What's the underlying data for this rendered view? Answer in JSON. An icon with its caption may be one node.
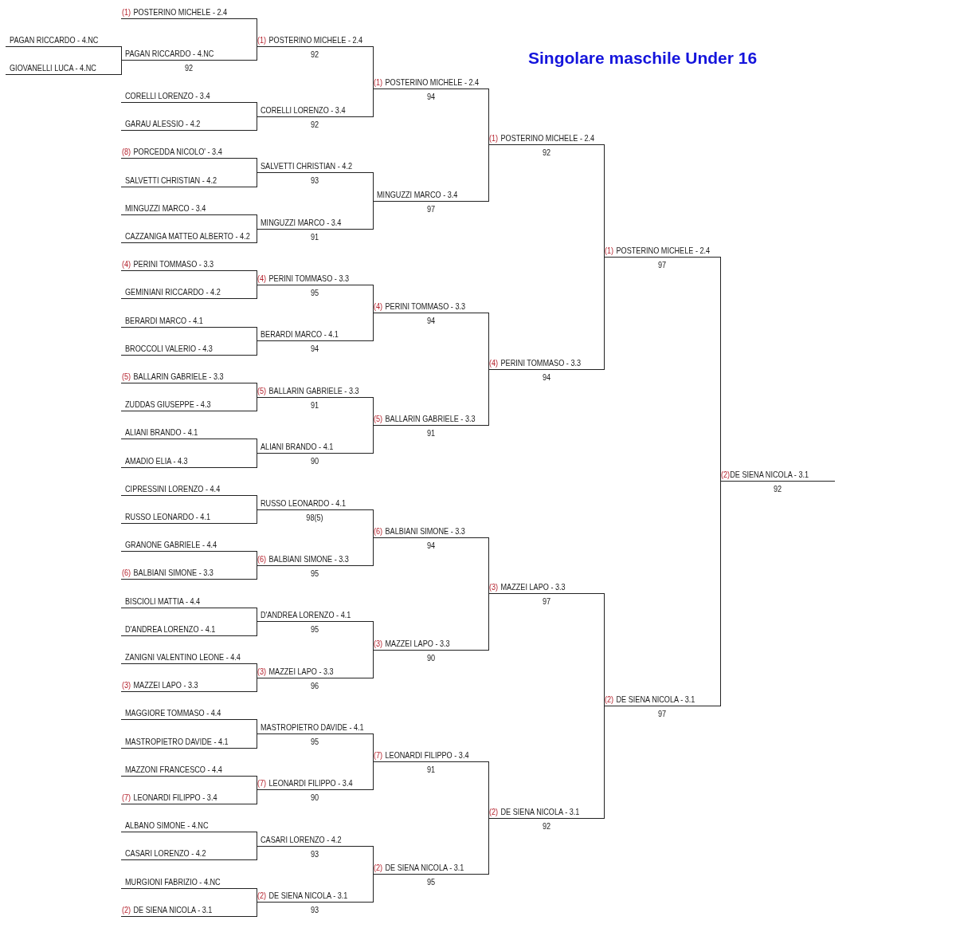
{
  "diagram": {
    "title": "Singolare maschile Under 16",
    "nodes": [
      {
        "text": [
          "PAGAN RICCARDO - 4.NC"
        ]
      },
      {
        "text": [
          "GIOVANELLI LUCA - 4.NC"
        ]
      },
      {
        "text": [
          "(1)",
          "POSTERINO MICHELE - 2.4"
        ]
      },
      {
        "text": [
          "PAGAN RICCARDO - 4.NC"
        ],
        "beside": [
          "92"
        ]
      },
      {
        "text": [
          "CORELLI LORENZO - 3.4"
        ]
      },
      {
        "text": [
          "GARAU ALESSIO - 4.2"
        ]
      },
      {
        "text": [
          "(8)",
          "PORCEDDA NICOLO' - 3.4"
        ]
      },
      {
        "text": [
          "SALVETTI CHRISTIAN - 4.2"
        ]
      },
      {
        "text": [
          "MINGUZZI MARCO - 3.4"
        ]
      },
      {
        "text": [
          "CAZZANIGA MATTEO ALBERTO - 4.2"
        ]
      },
      {
        "text": [
          "(4)",
          "PERINI TOMMASO - 3.3"
        ]
      },
      {
        "text": [
          "GEMINIANI RICCARDO - 4.2"
        ]
      },
      {
        "text": [
          "BERARDI MARCO - 4.1"
        ]
      },
      {
        "text": [
          "BROCCOLI VALERIO - 4.3"
        ]
      },
      {
        "text": [
          "(5)",
          "BALLARIN GABRIELE - 3.3"
        ]
      },
      {
        "text": [
          "ZUDDAS GIUSEPPE - 4.3"
        ]
      },
      {
        "text": [
          "ALIANI BRANDO - 4.1"
        ]
      },
      {
        "text": [
          "AMADIO ELIA - 4.3"
        ]
      },
      {
        "text": [
          "CIPRESSINI LORENZO - 4.4"
        ]
      },
      {
        "text": [
          "RUSSO LEONARDO - 4.1"
        ]
      },
      {
        "text": [
          "GRANONE GABRIELE - 4.4"
        ]
      },
      {
        "text": [
          "(6)",
          "BALBIANI SIMONE - 3.3"
        ]
      },
      {
        "text": [
          "BISCIOLI MATTIA - 4.4"
        ]
      },
      {
        "text": [
          "D'ANDREA LORENZO - 4.1"
        ]
      },
      {
        "text": [
          "ZANIGNI VALENTINO LEONE - 4.4"
        ]
      },
      {
        "text": [
          "(3)",
          "MAZZEI LAPO - 3.3"
        ]
      },
      {
        "text": [
          "MAGGIORE TOMMASO - 4.4"
        ]
      },
      {
        "text": [
          "MASTROPIETRO DAVIDE - 4.1"
        ]
      },
      {
        "text": [
          "MAZZONI FRANCESCO - 4.4"
        ]
      },
      {
        "text": [
          "(7)",
          "LEONARDI FILIPPO - 3.4"
        ]
      },
      {
        "text": [
          "ALBANO SIMONE - 4.NC"
        ]
      },
      {
        "text": [
          "CASARI LORENZO - 4.2"
        ]
      },
      {
        "text": [
          "MURGIONI FABRIZIO - 4.NC"
        ]
      },
      {
        "text": [
          "(2)",
          "DE SIENA NICOLA - 3.1"
        ]
      },
      {
        "text": [
          "(1)",
          "POSTERINO MICHELE - 2.4"
        ],
        "beside": [
          "92"
        ]
      },
      {
        "text": [
          "CORELLI LORENZO - 3.4"
        ],
        "beside": [
          "92"
        ]
      },
      {
        "text": [
          "SALVETTI CHRISTIAN - 4.2"
        ],
        "beside": [
          "93"
        ]
      },
      {
        "text": [
          "MINGUZZI MARCO - 3.4"
        ],
        "beside": [
          "91"
        ]
      },
      {
        "text": [
          "(4)",
          "PERINI TOMMASO - 3.3"
        ],
        "beside": [
          "95"
        ]
      },
      {
        "text": [
          "BERARDI MARCO - 4.1"
        ],
        "beside": [
          "94"
        ]
      },
      {
        "text": [
          "(5)",
          "BALLARIN GABRIELE - 3.3"
        ],
        "beside": [
          "91"
        ]
      },
      {
        "text": [
          "ALIANI BRANDO - 4.1"
        ],
        "beside": [
          "90"
        ]
      },
      {
        "text": [
          "RUSSO LEONARDO - 4.1"
        ],
        "beside": [
          "98(5)"
        ]
      },
      {
        "text": [
          "(6)",
          "BALBIANI SIMONE - 3.3"
        ],
        "beside": [
          "95"
        ]
      },
      {
        "text": [
          "D'ANDREA LORENZO - 4.1"
        ],
        "beside": [
          "95"
        ]
      },
      {
        "text": [
          "(3)",
          "MAZZEI LAPO - 3.3"
        ],
        "beside": [
          "96"
        ]
      },
      {
        "text": [
          "MASTROPIETRO DAVIDE - 4.1"
        ],
        "beside": [
          "95"
        ]
      },
      {
        "text": [
          "(7)",
          "LEONARDI FILIPPO - 3.4"
        ],
        "beside": [
          "90"
        ]
      },
      {
        "text": [
          "CASARI LORENZO - 4.2"
        ],
        "beside": [
          "93"
        ]
      },
      {
        "text": [
          "(2)",
          "DE SIENA NICOLA - 3.1"
        ],
        "beside": [
          "93"
        ]
      },
      {
        "text": [
          "(1)",
          "POSTERINO MICHELE - 2.4"
        ],
        "beside": [
          "94"
        ]
      },
      {
        "text": [
          "MINGUZZI MARCO - 3.4"
        ],
        "beside": [
          "97"
        ]
      },
      {
        "text": [
          "(4)",
          "PERINI TOMMASO - 3.3"
        ],
        "beside": [
          "94"
        ]
      },
      {
        "text": [
          "(5)",
          "BALLARIN GABRIELE - 3.3"
        ],
        "beside": [
          "91"
        ]
      },
      {
        "text": [
          "(6)",
          "BALBIANI SIMONE - 3.3"
        ],
        "beside": [
          "94"
        ]
      },
      {
        "text": [
          "(3)",
          "MAZZEI LAPO - 3.3"
        ],
        "beside": [
          "90"
        ]
      },
      {
        "text": [
          "(7)",
          "LEONARDI FILIPPO - 3.4"
        ],
        "beside": [
          "91"
        ]
      },
      {
        "text": [
          "(2)",
          "DE SIENA NICOLA - 3.1"
        ],
        "beside": [
          "95"
        ]
      },
      {
        "text": [
          "(1)",
          "POSTERINO MICHELE - 2.4"
        ],
        "beside": [
          "92"
        ]
      },
      {
        "text": [
          "(4)",
          "PERINI TOMMASO - 3.3"
        ],
        "beside": [
          "94"
        ]
      },
      {
        "text": [
          "(3)",
          "MAZZEI LAPO - 3.3"
        ],
        "beside": [
          "97"
        ]
      },
      {
        "text": [
          "(2)",
          "DE SIENA NICOLA - 3.1"
        ],
        "beside": [
          "92"
        ]
      },
      {
        "text": [
          "(1)",
          "POSTERINO MICHELE - 2.4"
        ],
        "beside": [
          "97"
        ]
      },
      {
        "text": [
          "(2)",
          "DE SIENA NICOLA - 3.1"
        ],
        "beside": [
          "97"
        ]
      },
      {
        "text": [
          "(2)",
          "DE SIENA NICOLA - 3.1"
        ],
        "beside": [
          "92"
        ]
      }
    ],
    "edges": [
      {
        "from": 0,
        "to": 3,
        "arrow": "none"
      },
      {
        "from": 1,
        "to": 3,
        "arrow": "none"
      },
      {
        "from": 2,
        "to": 34,
        "arrow": "none"
      },
      {
        "from": 3,
        "to": 34,
        "arrow": "none"
      },
      {
        "from": 4,
        "to": 35,
        "arrow": "none"
      },
      {
        "from": 5,
        "to": 35,
        "arrow": "none"
      },
      {
        "from": 6,
        "to": 36,
        "arrow": "none"
      },
      {
        "from": 7,
        "to": 36,
        "arrow": "none"
      },
      {
        "from": 8,
        "to": 37,
        "arrow": "none"
      },
      {
        "from": 9,
        "to": 37,
        "arrow": "none"
      },
      {
        "from": 10,
        "to": 38,
        "arrow": "none"
      },
      {
        "from": 11,
        "to": 38,
        "arrow": "none"
      },
      {
        "from": 12,
        "to": 39,
        "arrow": "none"
      },
      {
        "from": 13,
        "to": 39,
        "arrow": "none"
      },
      {
        "from": 14,
        "to": 40,
        "arrow": "none"
      },
      {
        "from": 15,
        "to": 40,
        "arrow": "none"
      },
      {
        "from": 16,
        "to": 41,
        "arrow": "none"
      },
      {
        "from": 17,
        "to": 41,
        "arrow": "none"
      },
      {
        "from": 18,
        "to": 42,
        "arrow": "none"
      },
      {
        "from": 19,
        "to": 42,
        "arrow": "none"
      },
      {
        "from": 20,
        "to": 43,
        "arrow": "none"
      },
      {
        "from": 21,
        "to": 43,
        "arrow": "none"
      },
      {
        "from": 22,
        "to": 44,
        "arrow": "none"
      },
      {
        "from": 23,
        "to": 44,
        "arrow": "none"
      },
      {
        "from": 24,
        "to": 45,
        "arrow": "none"
      },
      {
        "from": 25,
        "to": 45,
        "arrow": "none"
      },
      {
        "from": 26,
        "to": 46,
        "arrow": "none"
      },
      {
        "from": 27,
        "to": 46,
        "arrow": "none"
      },
      {
        "from": 28,
        "to": 47,
        "arrow": "none"
      },
      {
        "from": 29,
        "to": 47,
        "arrow": "none"
      },
      {
        "from": 30,
        "to": 48,
        "arrow": "none"
      },
      {
        "from": 31,
        "to": 48,
        "arrow": "none"
      },
      {
        "from": 32,
        "to": 49,
        "arrow": "none"
      },
      {
        "from": 33,
        "to": 49,
        "arrow": "none"
      },
      {
        "from": 34,
        "to": 50,
        "arrow": "none"
      },
      {
        "from": 35,
        "to": 50,
        "arrow": "none"
      },
      {
        "from": 36,
        "to": 51,
        "arrow": "none"
      },
      {
        "from": 37,
        "to": 51,
        "arrow": "none"
      },
      {
        "from": 38,
        "to": 52,
        "arrow": "none"
      },
      {
        "from": 39,
        "to": 52,
        "arrow": "none"
      },
      {
        "from": 40,
        "to": 53,
        "arrow": "none"
      },
      {
        "from": 41,
        "to": 53,
        "arrow": "none"
      },
      {
        "from": 42,
        "to": 54,
        "arrow": "none"
      },
      {
        "from": 43,
        "to": 54,
        "arrow": "none"
      },
      {
        "from": 44,
        "to": 55,
        "arrow": "none"
      },
      {
        "from": 45,
        "to": 55,
        "arrow": "none"
      },
      {
        "from": 46,
        "to": 56,
        "arrow": "none"
      },
      {
        "from": 47,
        "to": 56,
        "arrow": "none"
      },
      {
        "from": 48,
        "to": 57,
        "arrow": "none"
      },
      {
        "from": 49,
        "to": 57,
        "arrow": "none"
      },
      {
        "from": 50,
        "to": 58,
        "arrow": "none"
      },
      {
        "from": 51,
        "to": 58,
        "arrow": "none"
      },
      {
        "from": 52,
        "to": 59,
        "arrow": "none"
      },
      {
        "from": 53,
        "to": 59,
        "arrow": "none"
      },
      {
        "from": 54,
        "to": 60,
        "arrow": "none"
      },
      {
        "from": 55,
        "to": 60,
        "arrow": "none"
      },
      {
        "from": 56,
        "to": 61,
        "arrow": "none"
      },
      {
        "from": 57,
        "to": 61,
        "arrow": "none"
      },
      {
        "from": 58,
        "to": 62,
        "arrow": "none"
      },
      {
        "from": 59,
        "to": 62,
        "arrow": "none"
      },
      {
        "from": 60,
        "to": 63,
        "arrow": "none"
      },
      {
        "from": 61,
        "to": 63,
        "arrow": "none"
      },
      {
        "from": 62,
        "to": 64,
        "arrow": "none"
      },
      {
        "from": 63,
        "to": 64,
        "arrow": "none"
      }
    ]
  }
}
